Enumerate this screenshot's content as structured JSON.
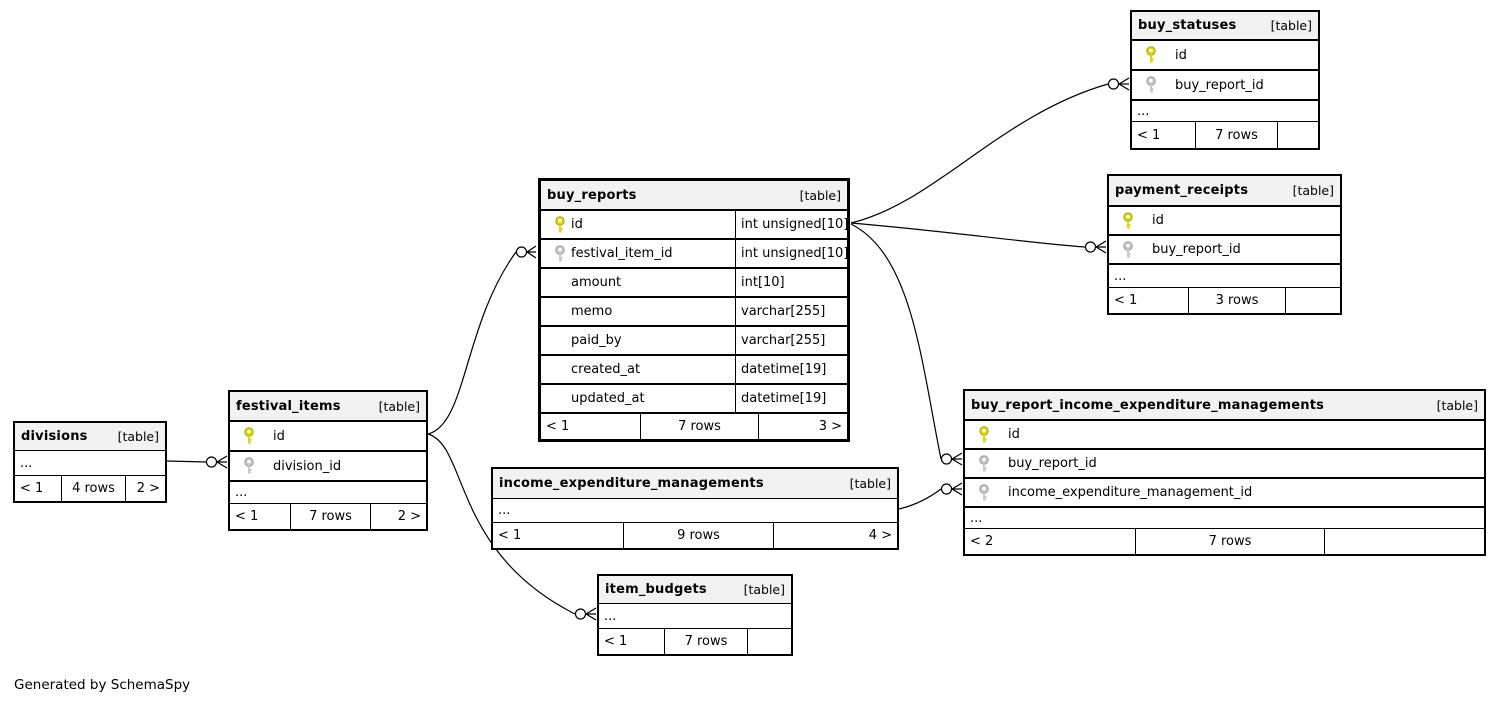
{
  "generator_note": "Generated by SchemaSpy",
  "colors": {
    "pk_key": "#d9d919",
    "pk_key_stroke": "#a8a800",
    "fk_key": "#c9c9c9",
    "fk_key_stroke": "#999999",
    "header_bg": "#f2f2f2",
    "line": "#000000"
  },
  "tables": [
    {
      "name": "buy_statuses",
      "tag": "[table]",
      "columns": [
        {
          "name": "id",
          "key": "pk"
        },
        {
          "name": "buy_report_id",
          "key": "fk"
        }
      ],
      "ellipsis": "...",
      "footer": [
        "< 1",
        "7 rows",
        ""
      ]
    },
    {
      "name": "payment_receipts",
      "tag": "[table]",
      "columns": [
        {
          "name": "id",
          "key": "pk"
        },
        {
          "name": "buy_report_id",
          "key": "fk"
        }
      ],
      "ellipsis": "...",
      "footer": [
        "< 1",
        "3 rows",
        ""
      ]
    },
    {
      "name": "buy_reports",
      "tag": "[table]",
      "columns": [
        {
          "name": "id",
          "key": "pk",
          "type": "int unsigned[10]"
        },
        {
          "name": "festival_item_id",
          "key": "fk",
          "type": "int unsigned[10]"
        },
        {
          "name": "amount",
          "key": "",
          "type": "int[10]"
        },
        {
          "name": "memo",
          "key": "",
          "type": "varchar[255]"
        },
        {
          "name": "paid_by",
          "key": "",
          "type": "varchar[255]"
        },
        {
          "name": "created_at",
          "key": "",
          "type": "datetime[19]"
        },
        {
          "name": "updated_at",
          "key": "",
          "type": "datetime[19]"
        }
      ],
      "footer": [
        "< 1",
        "7 rows",
        "3 >"
      ]
    },
    {
      "name": "buy_report_income_expenditure_managements",
      "tag": "[table]",
      "columns": [
        {
          "name": "id",
          "key": "pk"
        },
        {
          "name": "buy_report_id",
          "key": "fk"
        },
        {
          "name": "income_expenditure_management_id",
          "key": "fk"
        }
      ],
      "ellipsis": "...",
      "footer": [
        "< 2",
        "7 rows",
        ""
      ]
    },
    {
      "name": "income_expenditure_managements",
      "tag": "[table]",
      "columns": [],
      "ellipsis": "...",
      "footer": [
        "< 1",
        "9 rows",
        "4 >"
      ]
    },
    {
      "name": "item_budgets",
      "tag": "[table]",
      "columns": [],
      "ellipsis": "...",
      "footer": [
        "< 1",
        "7 rows",
        ""
      ]
    },
    {
      "name": "festival_items",
      "tag": "[table]",
      "columns": [
        {
          "name": "id",
          "key": "pk"
        },
        {
          "name": "division_id",
          "key": "fk"
        }
      ],
      "ellipsis": "...",
      "footer": [
        "< 1",
        "7 rows",
        "2 >"
      ]
    },
    {
      "name": "divisions",
      "tag": "[table]",
      "columns": [],
      "ellipsis": "...",
      "footer": [
        "< 1",
        "4 rows",
        "2 >"
      ]
    }
  ]
}
